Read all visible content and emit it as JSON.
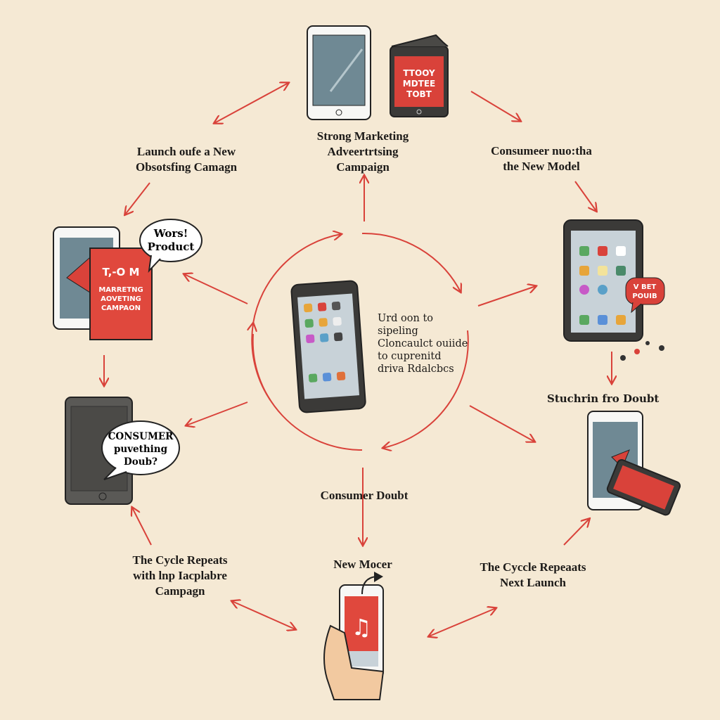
{
  "colors": {
    "background": "#f5e9d4",
    "accent": "#d9423a",
    "ink": "#1c1a18"
  },
  "labels": {
    "top_center": [
      "Strong Marketing",
      "Adveertrtsing",
      "Campaign"
    ],
    "top_left": [
      "Launch oufe a New",
      "Obsotsfing Camagn"
    ],
    "top_right": [
      "Consumeer nuo:tha",
      "the New Model"
    ],
    "right_middle": [
      "Stuchrin fro Doubt"
    ],
    "bottom_center_upper": [
      "Consumer Doubt"
    ],
    "bottom_center": [
      "New Mocer"
    ],
    "bottom_left": [
      "The Cycle Repeats",
      "with lnp Iacplabre",
      "Campagn"
    ],
    "bottom_right": [
      "The Cyccle Repeaats",
      "Next Launch"
    ]
  },
  "center_text": [
    "Urd oon to",
    "sipeling",
    "Cloncaulct ouiide",
    "to cuprenitd",
    "driva Rdalcbcs"
  ],
  "illustrations": {
    "top_tablet_screen": [
      "TTOOY",
      "MDTEE",
      "TOBT"
    ],
    "left_book": [
      "T,-O M",
      "MARRETNG",
      "AOVETING",
      "CAMPAON"
    ],
    "left_bubble": [
      "Wors!",
      "Product"
    ],
    "bottom_left_bubble": [
      "CONSUMER",
      "puvething",
      "Doub?"
    ],
    "right_bubble": [
      "V BET",
      "POUIB"
    ]
  }
}
